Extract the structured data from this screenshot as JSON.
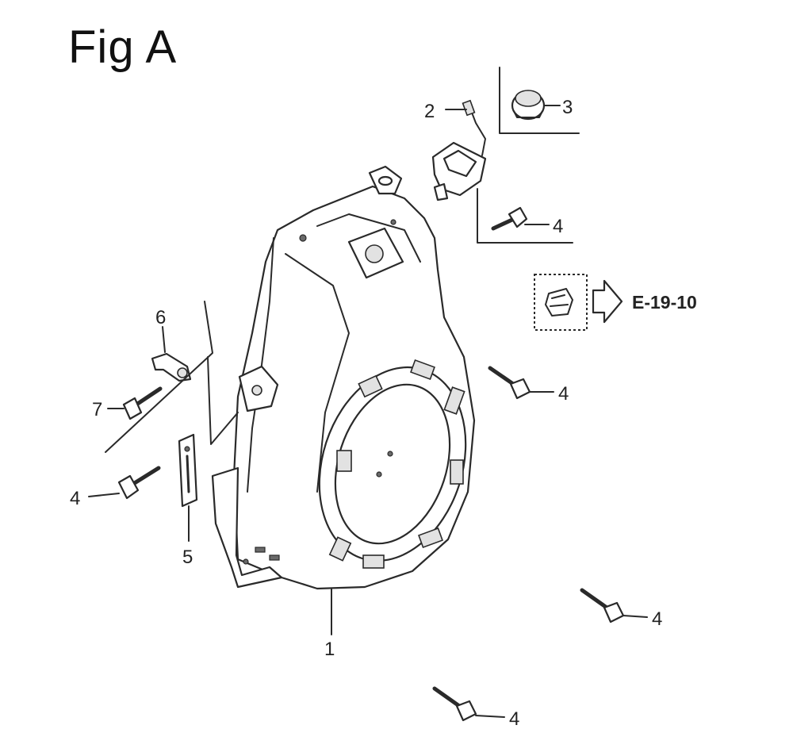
{
  "figure": {
    "title": "Fig A",
    "reference": "E-19-10",
    "callouts": [
      {
        "id": "c1",
        "label": "1"
      },
      {
        "id": "c2",
        "label": "2"
      },
      {
        "id": "c3",
        "label": "3"
      },
      {
        "id": "c4a",
        "label": "4"
      },
      {
        "id": "c4b",
        "label": "4"
      },
      {
        "id": "c4c",
        "label": "4"
      },
      {
        "id": "c4d",
        "label": "4"
      },
      {
        "id": "c4e",
        "label": "4"
      },
      {
        "id": "c5",
        "label": "5"
      },
      {
        "id": "c6",
        "label": "6"
      },
      {
        "id": "c7",
        "label": "7"
      }
    ]
  }
}
